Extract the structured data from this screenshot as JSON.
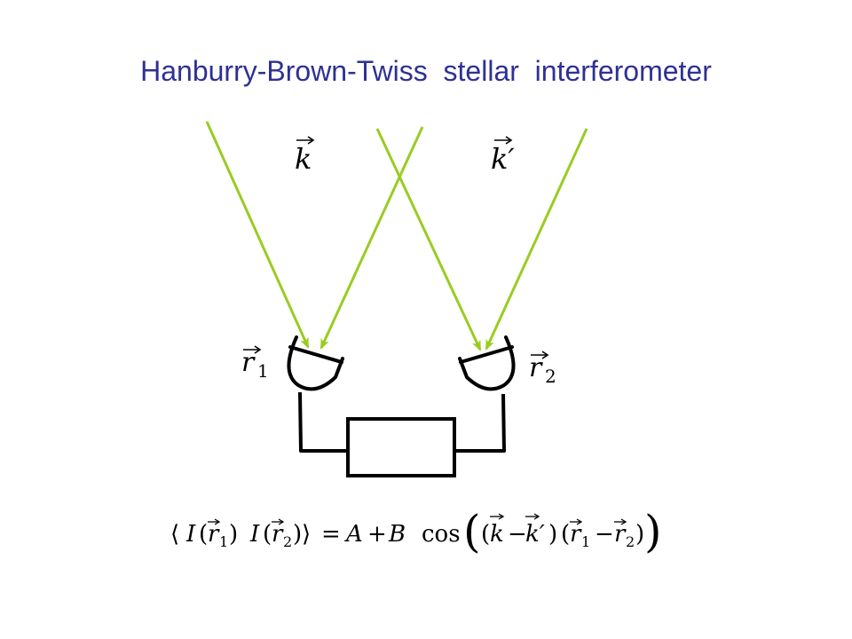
{
  "title": "Hanburry-Brown-Twiss  stellar  interferometer",
  "labels": {
    "k": "k",
    "k_prime": "k′",
    "r1_base": "r",
    "r1_sub": "1",
    "r2_base": "r",
    "r2_sub": "2"
  },
  "formula": {
    "lhs_open": "⟨",
    "I": "I",
    "r": "r",
    "sub1": "1",
    "sub2": "2",
    "rhs_close": "⟩",
    "equals": "=",
    "A": "A",
    "plus": "+",
    "B": "B",
    "cos": "cos",
    "k": "k",
    "minus": "−",
    "k_prime": "k′"
  },
  "colors": {
    "beam": "#99cc22",
    "title": "#2e3192",
    "ink": "#000000"
  }
}
